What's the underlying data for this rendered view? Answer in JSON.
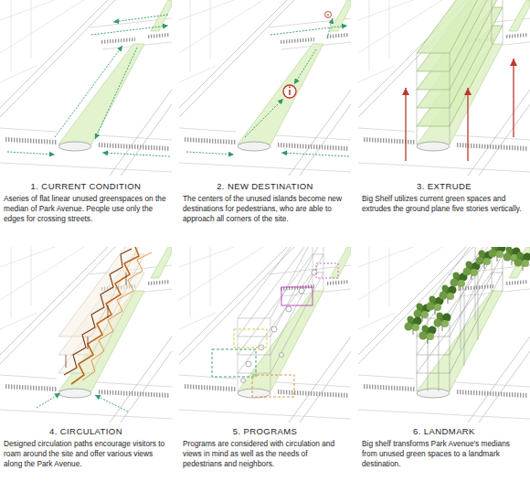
{
  "diagram": {
    "nodes": [
      {
        "text": [
          "1. CURRENT CONDITION",
          "Aseries of flat linear unused greenspaces on the median of Park Avenue. People use only the edges for crossing streets."
        ]
      },
      {
        "text": [
          "2. NEW DESTINATION",
          "The centers of the unused islands become new destinations for pedestrians, who are able to approach all corners of the site."
        ]
      },
      {
        "text": [
          "3. EXTRUDE",
          "Big Shelf utilizes current green spaces and extrudes the ground plane five stories vertically."
        ]
      },
      {
        "text": [
          "4. CIRCULATION",
          "Designed circulation paths encourage visitors to roam around the site and offer various views along the Park Avenue."
        ]
      },
      {
        "text": [
          "5. PROGRAMS",
          "Programs are considered with circulation and views in mind as well as the needs of pedestrians and neighbors."
        ]
      },
      {
        "text": [
          "6. LANDMARK",
          "Big shelf transforms Park Avenue's medians from unused green spaces to a landmark destination."
        ]
      }
    ]
  }
}
